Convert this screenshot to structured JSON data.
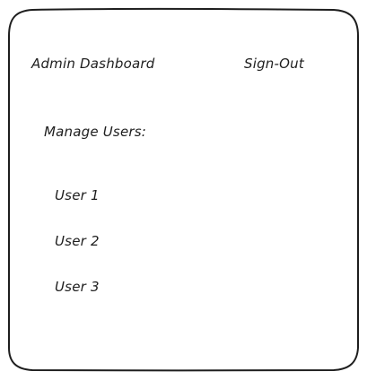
{
  "header": {
    "title": "Admin Dashboard",
    "signout_label": "Sign-Out"
  },
  "main": {
    "section_heading": "Manage Users:",
    "users": [
      "User 1",
      "User 2",
      "User 3"
    ]
  },
  "colors": {
    "ink": "#1e1e1e",
    "background": "#ffffff"
  }
}
